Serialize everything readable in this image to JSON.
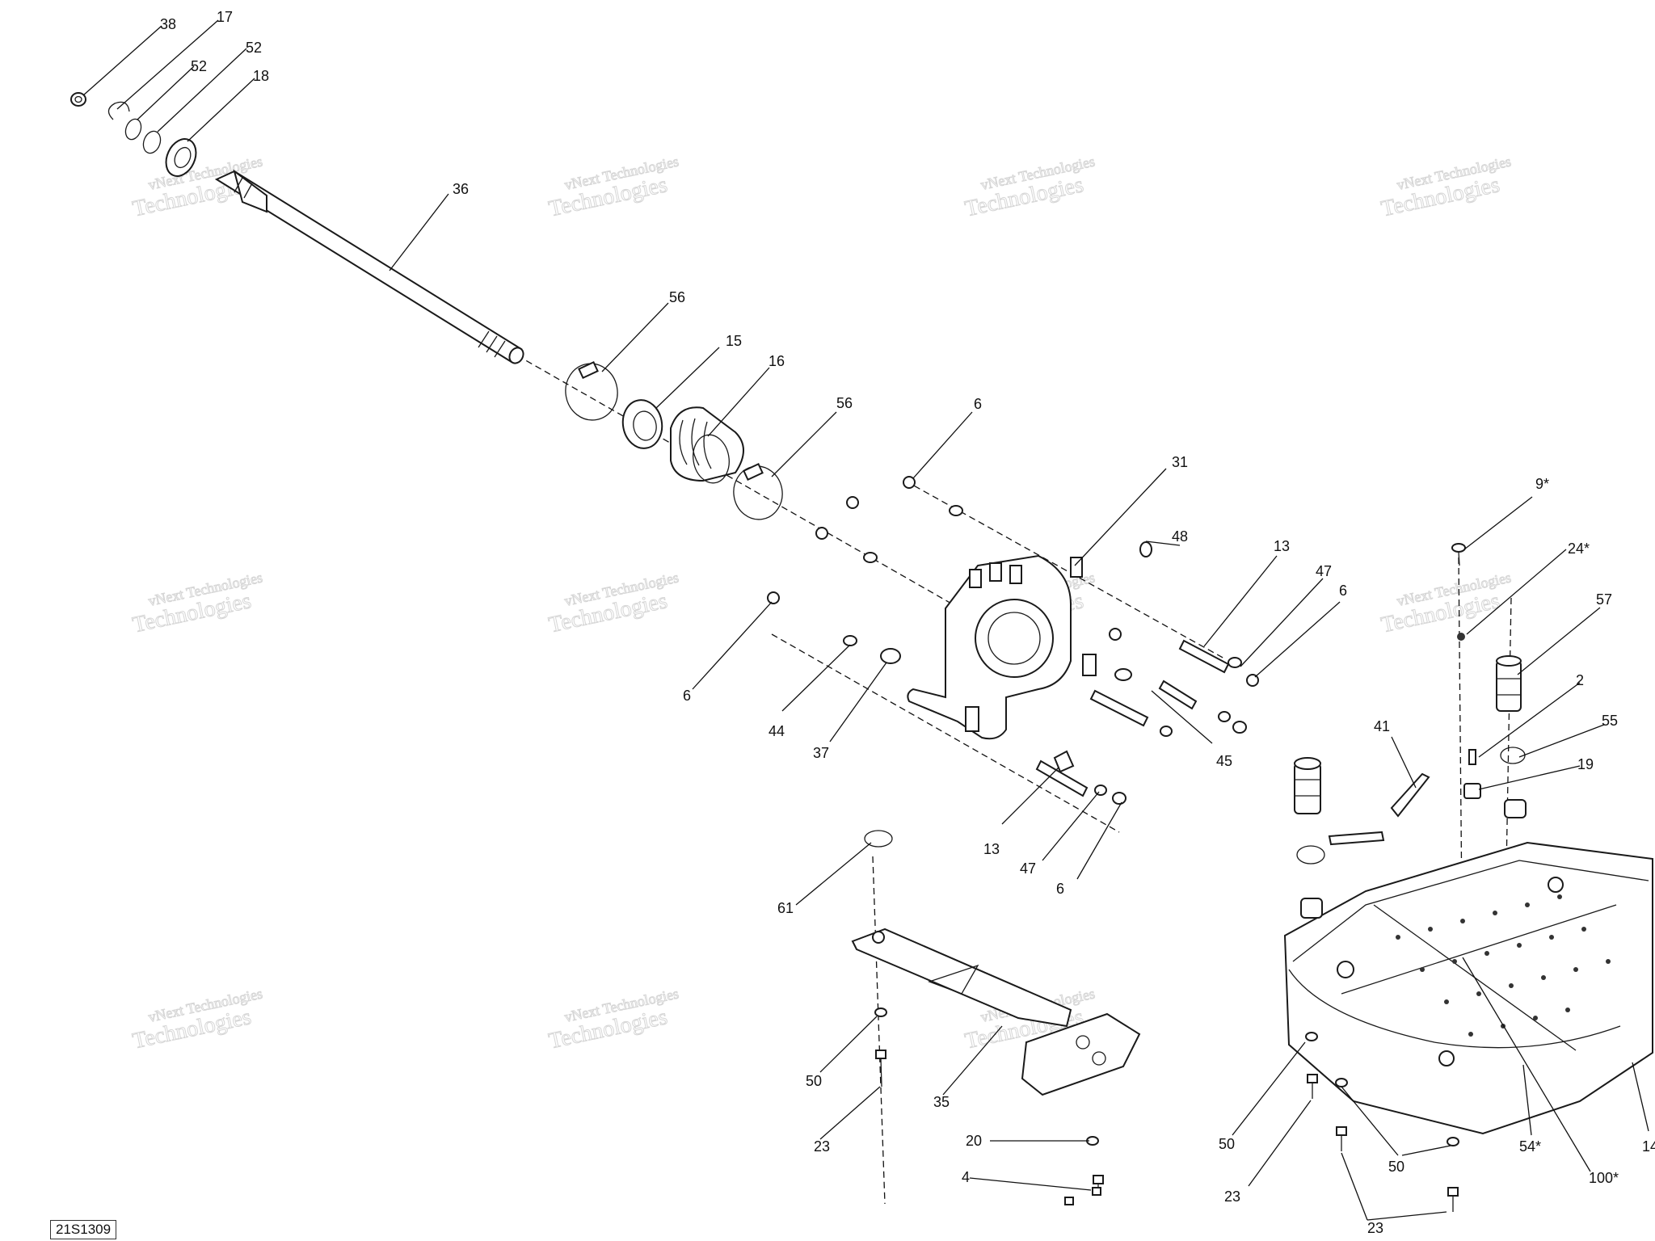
{
  "drawing_code": "21S1309",
  "watermark": {
    "line1": "vNext Technologies",
    "line2": "Technologies"
  },
  "callouts": [
    {
      "id": "c38a",
      "text": "38"
    },
    {
      "id": "c17",
      "text": "17"
    },
    {
      "id": "c52a",
      "text": "52"
    },
    {
      "id": "c52b",
      "text": "52"
    },
    {
      "id": "c18",
      "text": "18"
    },
    {
      "id": "c36",
      "text": "36"
    },
    {
      "id": "c56a",
      "text": "56"
    },
    {
      "id": "c15",
      "text": "15"
    },
    {
      "id": "c16",
      "text": "16"
    },
    {
      "id": "c56b",
      "text": "56"
    },
    {
      "id": "c6a",
      "text": "6"
    },
    {
      "id": "c31",
      "text": "31"
    },
    {
      "id": "c48",
      "text": "48"
    },
    {
      "id": "c13a",
      "text": "13"
    },
    {
      "id": "c47a",
      "text": "47"
    },
    {
      "id": "c6b",
      "text": "6"
    },
    {
      "id": "c6c",
      "text": "6"
    },
    {
      "id": "c44",
      "text": "44"
    },
    {
      "id": "c37",
      "text": "37"
    },
    {
      "id": "c45",
      "text": "45"
    },
    {
      "id": "c13b",
      "text": "13"
    },
    {
      "id": "c47b",
      "text": "47"
    },
    {
      "id": "c6d",
      "text": "6"
    },
    {
      "id": "c9",
      "text": "9*"
    },
    {
      "id": "c24",
      "text": "24*"
    },
    {
      "id": "c57",
      "text": "57"
    },
    {
      "id": "c2",
      "text": "2"
    },
    {
      "id": "c55",
      "text": "55"
    },
    {
      "id": "c41",
      "text": "41"
    },
    {
      "id": "c19",
      "text": "19"
    },
    {
      "id": "c61",
      "text": "61"
    },
    {
      "id": "c50a",
      "text": "50"
    },
    {
      "id": "c23a",
      "text": "23"
    },
    {
      "id": "c35",
      "text": "35"
    },
    {
      "id": "c20",
      "text": "20"
    },
    {
      "id": "c4",
      "text": "4"
    },
    {
      "id": "c50b",
      "text": "50"
    },
    {
      "id": "c23b",
      "text": "23"
    },
    {
      "id": "c50c",
      "text": "50"
    },
    {
      "id": "c23c",
      "text": "23"
    },
    {
      "id": "c54",
      "text": "54*"
    },
    {
      "id": "c100",
      "text": "100*"
    },
    {
      "id": "c14",
      "text": "14"
    }
  ]
}
